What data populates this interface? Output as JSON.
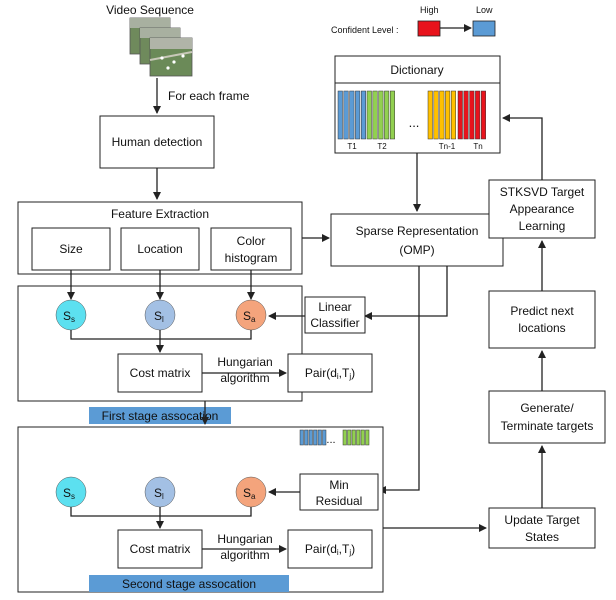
{
  "video": {
    "title": "Video Sequence",
    "per_frame": "For each frame"
  },
  "legend": {
    "label": "Confident Level :",
    "high": "High",
    "low": "Low",
    "high_color": "#e8131c",
    "low_color": "#5b9bd5"
  },
  "dictionary": {
    "title": "Dictionary",
    "ellipsis": "...",
    "labels": [
      "T1",
      "T2",
      "Tn-1",
      "Tn"
    ],
    "colors": {
      "blue": "#5b9bd5",
      "green": "#92d050",
      "yellow": "#ffc000",
      "red": "#e8131c"
    }
  },
  "human_detection": "Human detection",
  "feature_extraction": {
    "title": "Feature Extraction",
    "size": "Size",
    "location": "Location",
    "color_line1": "Color",
    "color_line2": "histogram"
  },
  "sparse": {
    "line1": "Sparse Representation",
    "line2": "(OMP)"
  },
  "stksvd": {
    "line1": "STKSVD Target",
    "line2": "Appearance",
    "line3": "Learning"
  },
  "predict": {
    "line1": "Predict next",
    "line2": "locations"
  },
  "generate": {
    "line1": "Generate/",
    "line2": "Terminate targets"
  },
  "update": {
    "line1": "Update Target",
    "line2": "States"
  },
  "classifier": {
    "line1": "Linear",
    "line2": "Classifier"
  },
  "min_residual": {
    "line1": "Min",
    "line2": "Residual"
  },
  "scores": {
    "s": "S",
    "sub_s": "s",
    "sub_l": "l",
    "sub_a": "a",
    "colors": {
      "size": "#5ce0f0",
      "location": "#a3c0e4",
      "color": "#f4a47c"
    }
  },
  "stage1": {
    "cost": "Cost matrix",
    "algo1": "Hungarian",
    "algo2": "algorithm",
    "pair": "Pair(d",
    "pair_i": "i",
    "pair_mid": ",T",
    "pair_j": "j",
    "pair_end": ")",
    "label": "First stage assocation"
  },
  "stage2": {
    "cost": "Cost matrix",
    "algo1": "Hungarian",
    "algo2": "algorithm",
    "pair": "Pair(d",
    "pair_i": "i",
    "pair_mid": ",T",
    "pair_j": "j",
    "pair_end": ")",
    "label": "Second stage assocation"
  },
  "label_bar_color": "#5b9bd5"
}
